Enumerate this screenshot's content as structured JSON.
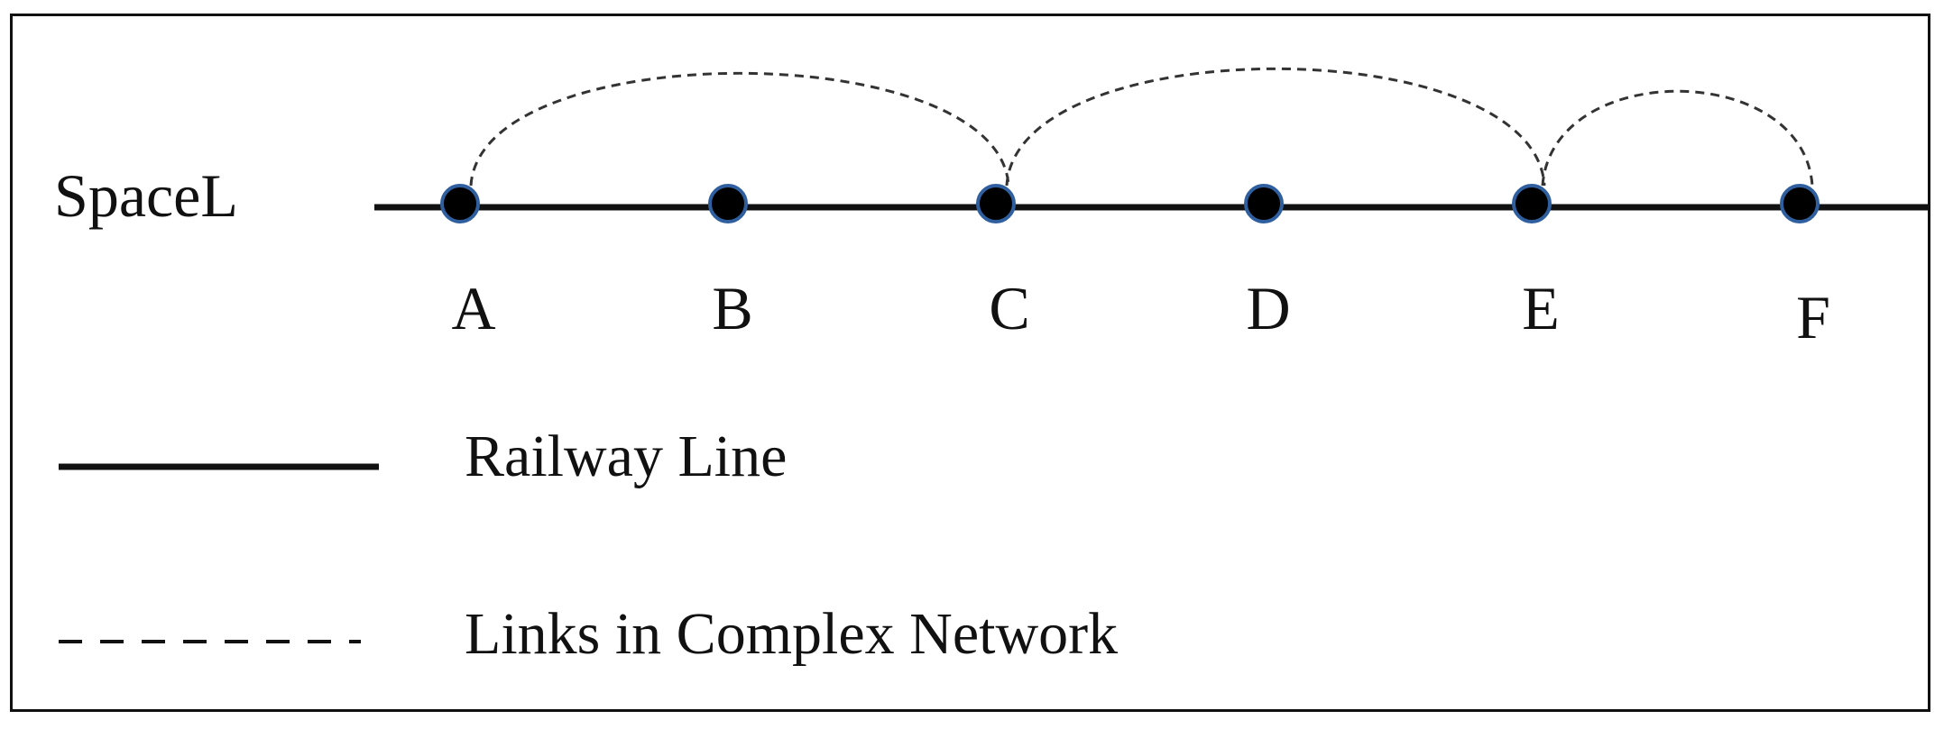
{
  "diagram": {
    "space_label": "SpaceL",
    "stations": [
      "A",
      "B",
      "C",
      "D",
      "E",
      "F"
    ],
    "links": [
      {
        "from": "A",
        "to": "C"
      },
      {
        "from": "C",
        "to": "E"
      },
      {
        "from": "E",
        "to": "F"
      }
    ],
    "colors": {
      "line": "#111111",
      "node_fill": "#000000",
      "node_stroke": "#2f5f9e",
      "link": "#333333"
    }
  },
  "legend": {
    "railway_label": "Railway Line",
    "links_label": "Links in Complex Network"
  }
}
